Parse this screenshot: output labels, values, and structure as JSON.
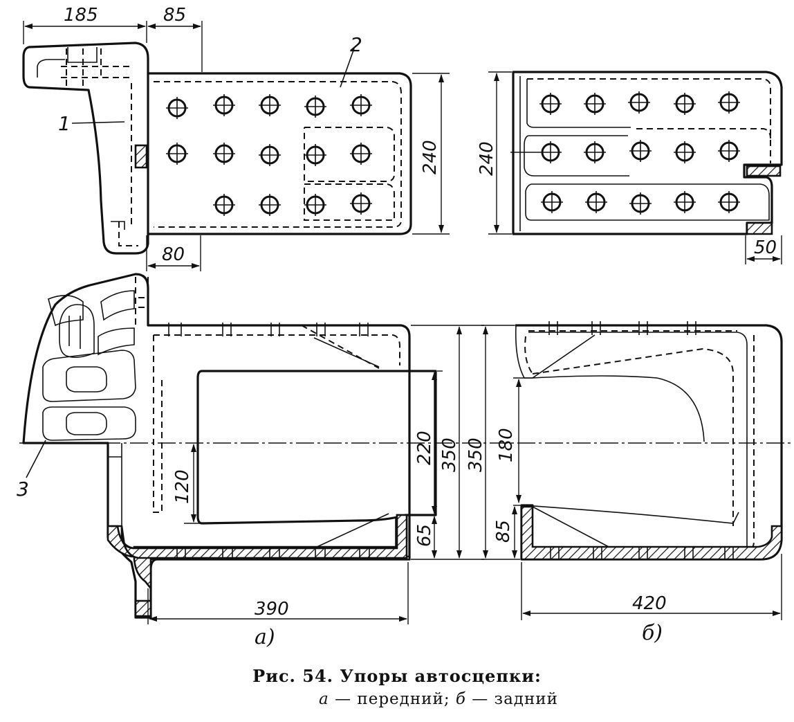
{
  "dimensions": {
    "top_width_185": "185",
    "top_width_85": "85",
    "front_height_240": "240",
    "rear_height_240": "240",
    "front_offset_80": "80",
    "rear_lip_50": "50",
    "front_inner_220": "220",
    "front_total_350": "350",
    "rear_total_350": "350",
    "rear_inner_180": "180",
    "front_120": "120",
    "front_65": "65",
    "rear_85": "85",
    "front_length_390": "390",
    "rear_length_420": "420"
  },
  "part_labels": {
    "p1": "1",
    "p2": "2",
    "p3": "3"
  },
  "view_labels": {
    "front": "а)",
    "rear": "б)"
  },
  "caption": {
    "title": "Рис. 54. Упоры автосцепки:",
    "a_letter": "а",
    "a_text": " — передний; ",
    "b_letter": "б",
    "b_text": " — задний"
  }
}
